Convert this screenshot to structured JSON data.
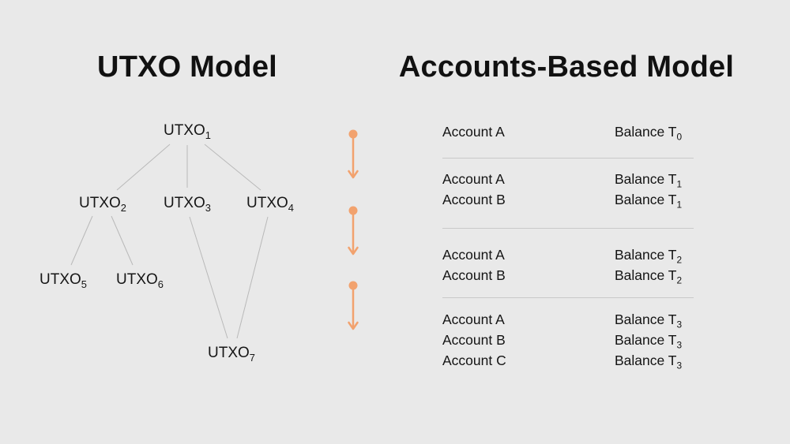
{
  "colors": {
    "background": "#e9e9e9",
    "text": "#141414",
    "accent": "#f2a26e",
    "edge": "#b9b9b9",
    "divider": "#c9c9c9"
  },
  "utxo": {
    "title": "UTXO Model",
    "nodes": [
      {
        "base": "UTXO",
        "sub": "1"
      },
      {
        "base": "UTXO",
        "sub": "2"
      },
      {
        "base": "UTXO",
        "sub": "3"
      },
      {
        "base": "UTXO",
        "sub": "4"
      },
      {
        "base": "UTXO",
        "sub": "5"
      },
      {
        "base": "UTXO",
        "sub": "6"
      },
      {
        "base": "UTXO",
        "sub": "7"
      }
    ]
  },
  "accounts": {
    "title": "Accounts-Based Model",
    "groups": [
      {
        "rows": [
          {
            "account": "Account A",
            "balance_base": "Balance T",
            "balance_sub": "0"
          }
        ]
      },
      {
        "rows": [
          {
            "account": "Account A",
            "balance_base": "Balance T",
            "balance_sub": "1"
          },
          {
            "account": "Account B",
            "balance_base": "Balance T",
            "balance_sub": "1"
          }
        ]
      },
      {
        "rows": [
          {
            "account": "Account A",
            "balance_base": "Balance T",
            "balance_sub": "2"
          },
          {
            "account": "Account B",
            "balance_base": "Balance T",
            "balance_sub": "2"
          }
        ]
      },
      {
        "rows": [
          {
            "account": "Account A",
            "balance_base": "Balance T",
            "balance_sub": "3"
          },
          {
            "account": "Account B",
            "balance_base": "Balance T",
            "balance_sub": "3"
          },
          {
            "account": "Account C",
            "balance_base": "Balance T",
            "balance_sub": "3"
          }
        ]
      }
    ]
  }
}
